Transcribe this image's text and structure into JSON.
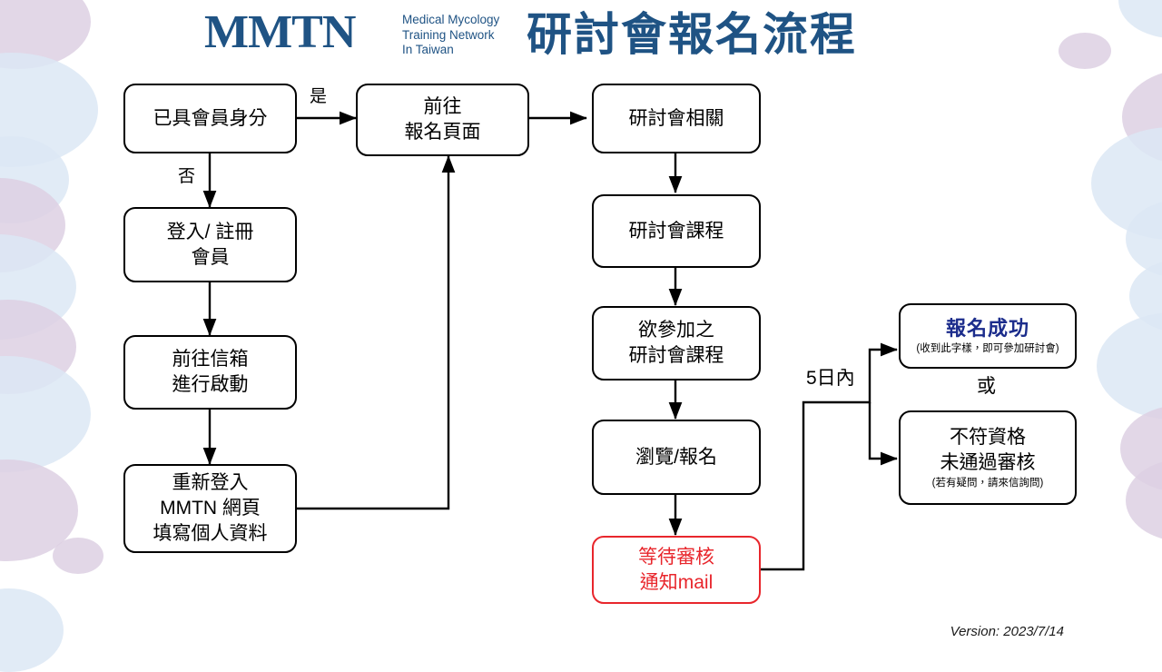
{
  "header": {
    "logo_mark": "MMTN",
    "logo_subtitle": "Medical Mycology\nTraining Network\nIn Taiwan",
    "title": "研討會報名流程",
    "brand_color": "#1f5384"
  },
  "nodes": {
    "has_membership": "已具會員身分",
    "login_register": "登入/ 註冊\n會員",
    "go_mailbox": "前往信箱\n進行啟動",
    "relogin_fill": "重新登入\nMMTN 網頁\n填寫個人資料",
    "go_signup_page": "前往\n報名頁面",
    "seminar_related": "研討會相關",
    "seminar_course": "研討會課程",
    "desired_course": "欲參加之\n研討會課程",
    "browse_signup": "瀏覽/報名",
    "await_review": "等待審核\n通知mail",
    "success_title": "報名成功",
    "success_note": "(收到此字樣，即可參加研討會)",
    "fail_title": "不符資格\n未通過審核",
    "fail_note": "(若有疑問，請來信詢問)"
  },
  "edge_labels": {
    "yes": "是",
    "no": "否",
    "within_5_days": "5日內",
    "or": "或"
  },
  "footer": {
    "version": "Version: 2023/7/14"
  },
  "colors": {
    "brand_blue": "#1f5384",
    "success_blue": "#1c2d8c",
    "alert_red": "#e8262c",
    "node_border": "#000000",
    "deco_blue": "#dce7f5",
    "deco_purple": "#ddd0e3"
  }
}
